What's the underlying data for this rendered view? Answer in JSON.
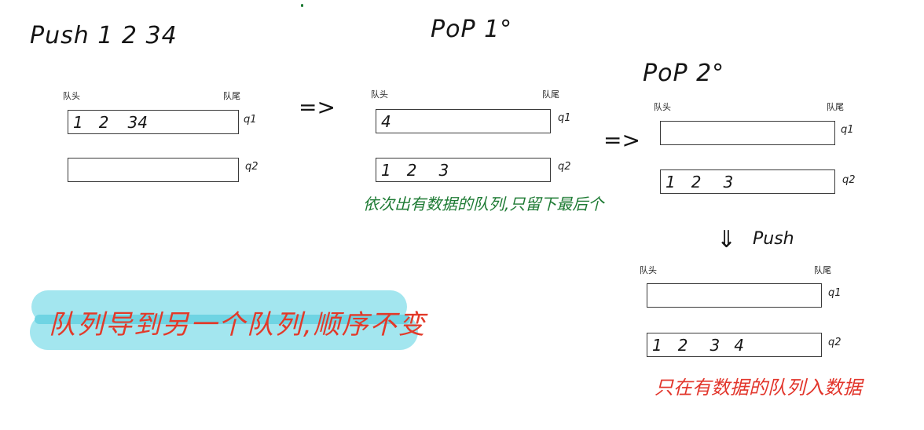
{
  "stage1": {
    "title": "Push 1 2 34",
    "head_label": "队头",
    "tail_label": "队尾",
    "q1": {
      "label": "q1",
      "values": [
        "1",
        "2",
        "3",
        "4"
      ]
    },
    "q2": {
      "label": "q2",
      "values": []
    }
  },
  "arrow1": "=>",
  "stage2": {
    "title": "PoP 1°",
    "head_label": "队头",
    "tail_label": "队尾",
    "q1": {
      "label": "q1",
      "values": [
        "4"
      ]
    },
    "q2": {
      "label": "q2",
      "values": [
        "1",
        "2",
        "3"
      ]
    },
    "note": "依次出有数据的队列,只留下最后个",
    "note_color": "#1d7a33"
  },
  "arrow2": "=>",
  "stage3": {
    "title": "PoP 2°",
    "head_label": "队头",
    "tail_label": "队尾",
    "q1": {
      "label": "q1",
      "values": []
    },
    "q2": {
      "label": "q2",
      "values": [
        "1",
        "2",
        "3"
      ]
    }
  },
  "arrow3": {
    "symbol": "⇓",
    "label": "Push"
  },
  "stage4": {
    "head_label": "队头",
    "tail_label": "队尾",
    "q1": {
      "label": "q1",
      "values": []
    },
    "q2": {
      "label": "q2",
      "values": [
        "1",
        "2",
        "3",
        "4"
      ]
    },
    "note": "只在有数据的队列入数据",
    "note_color": "#e2352b"
  },
  "summary": {
    "text": "队列导到另一个队列,顺序不变",
    "text_color": "#e23a2a",
    "highlight_color": "#7fdbe8"
  }
}
